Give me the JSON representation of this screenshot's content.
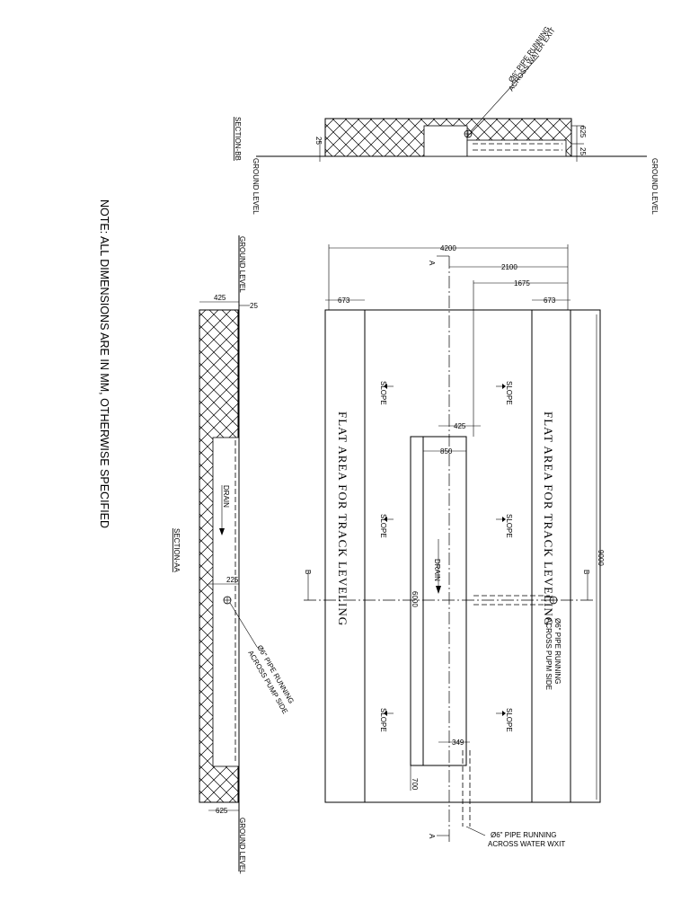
{
  "note": "NOTE: ALL DIMENSIONS ARE IN MM, OTHERWISE SPECIFIED",
  "plan": {
    "dims": {
      "overall_width": "4200",
      "half_width": "2100",
      "offset": "1675",
      "left_band": "673",
      "right_band": "673",
      "channel_depth": "425",
      "channel_width": "850",
      "channel_length": "6000",
      "overall_length": "9000",
      "pipe_offset": "349",
      "end_gap": "700"
    },
    "flat_area_label": "FLAT AREA FOR TRACK LEVELING",
    "slope_label": "SLOPE",
    "drain_label": "DRAIN",
    "section_mark_b": "B",
    "section_mark_a": "A",
    "pipe_pump": {
      "line1": "Ø6\" PIPE RUNNING",
      "line2": "ACROSS PUPM SIDE"
    },
    "pipe_water": {
      "line1": "Ø6\" PIPE RUNNING",
      "line2": "ACROSS WATER WXIT"
    }
  },
  "section_aa": {
    "title": "SECTION-AA",
    "ground_level": "GROUND LEVEL",
    "dims": {
      "slab": "425",
      "ground_offset": "25",
      "pipe_depth": "225",
      "end_wall": "625"
    },
    "drain_label": "DRAIN",
    "pipe_note": {
      "line1": "Ø6\" PIPE RUNNING",
      "line2": "ACROSS PUMP SIDE"
    }
  },
  "section_bb": {
    "title": "SECTION-BB",
    "ground_level": "GROUND LEVEL",
    "dims": {
      "left_offset": "25",
      "top": "625",
      "right_offset": "25"
    },
    "pipe_note": {
      "line1": "Ø6\" PIPE RUNNING",
      "line2": "ACROSS WATER EXIT"
    }
  }
}
